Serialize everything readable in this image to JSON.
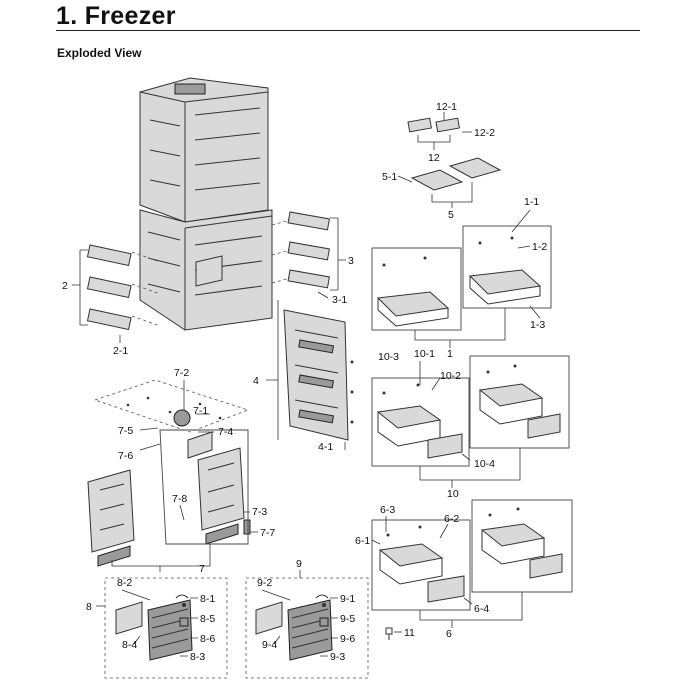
{
  "title": "1. Freezer",
  "subtitle": "Exploded View",
  "labels": {
    "l12_1": "12-1",
    "l12_2": "12-2",
    "l12": "12",
    "l5_1": "5-1",
    "l5": "5",
    "l1_1": "1-1",
    "l1_2": "1-2",
    "l1_3": "1-3",
    "l1": "1",
    "l3": "3",
    "l3_1": "3-1",
    "l2": "2",
    "l2_1": "2-1",
    "l4": "4",
    "l4_1": "4-1",
    "l10_1": "10-1",
    "l10_2": "10-2",
    "l10_3": "10-3",
    "l10_4": "10-4",
    "l10": "10",
    "l7_1": "7-1",
    "l7_2": "7-2",
    "l7_3": "7-3",
    "l7_4": "7-4",
    "l7_5": "7-5",
    "l7_6": "7-6",
    "l7_7": "7-7",
    "l7_8": "7-8",
    "l7": "7",
    "l6_1": "6-1",
    "l6_2": "6-2",
    "l6_3": "6-3",
    "l6_4": "6-4",
    "l6": "6",
    "l8": "8",
    "l8_1": "8-1",
    "l8_2": "8-2",
    "l8_3": "8-3",
    "l8_4": "8-4",
    "l8_5": "8-5",
    "l8_6": "8-6",
    "l9": "9",
    "l9_1": "9-1",
    "l9_2": "9-2",
    "l9_3": "9-3",
    "l9_4": "9-4",
    "l9_5": "9-5",
    "l9_6": "9-6",
    "l11": "11"
  }
}
